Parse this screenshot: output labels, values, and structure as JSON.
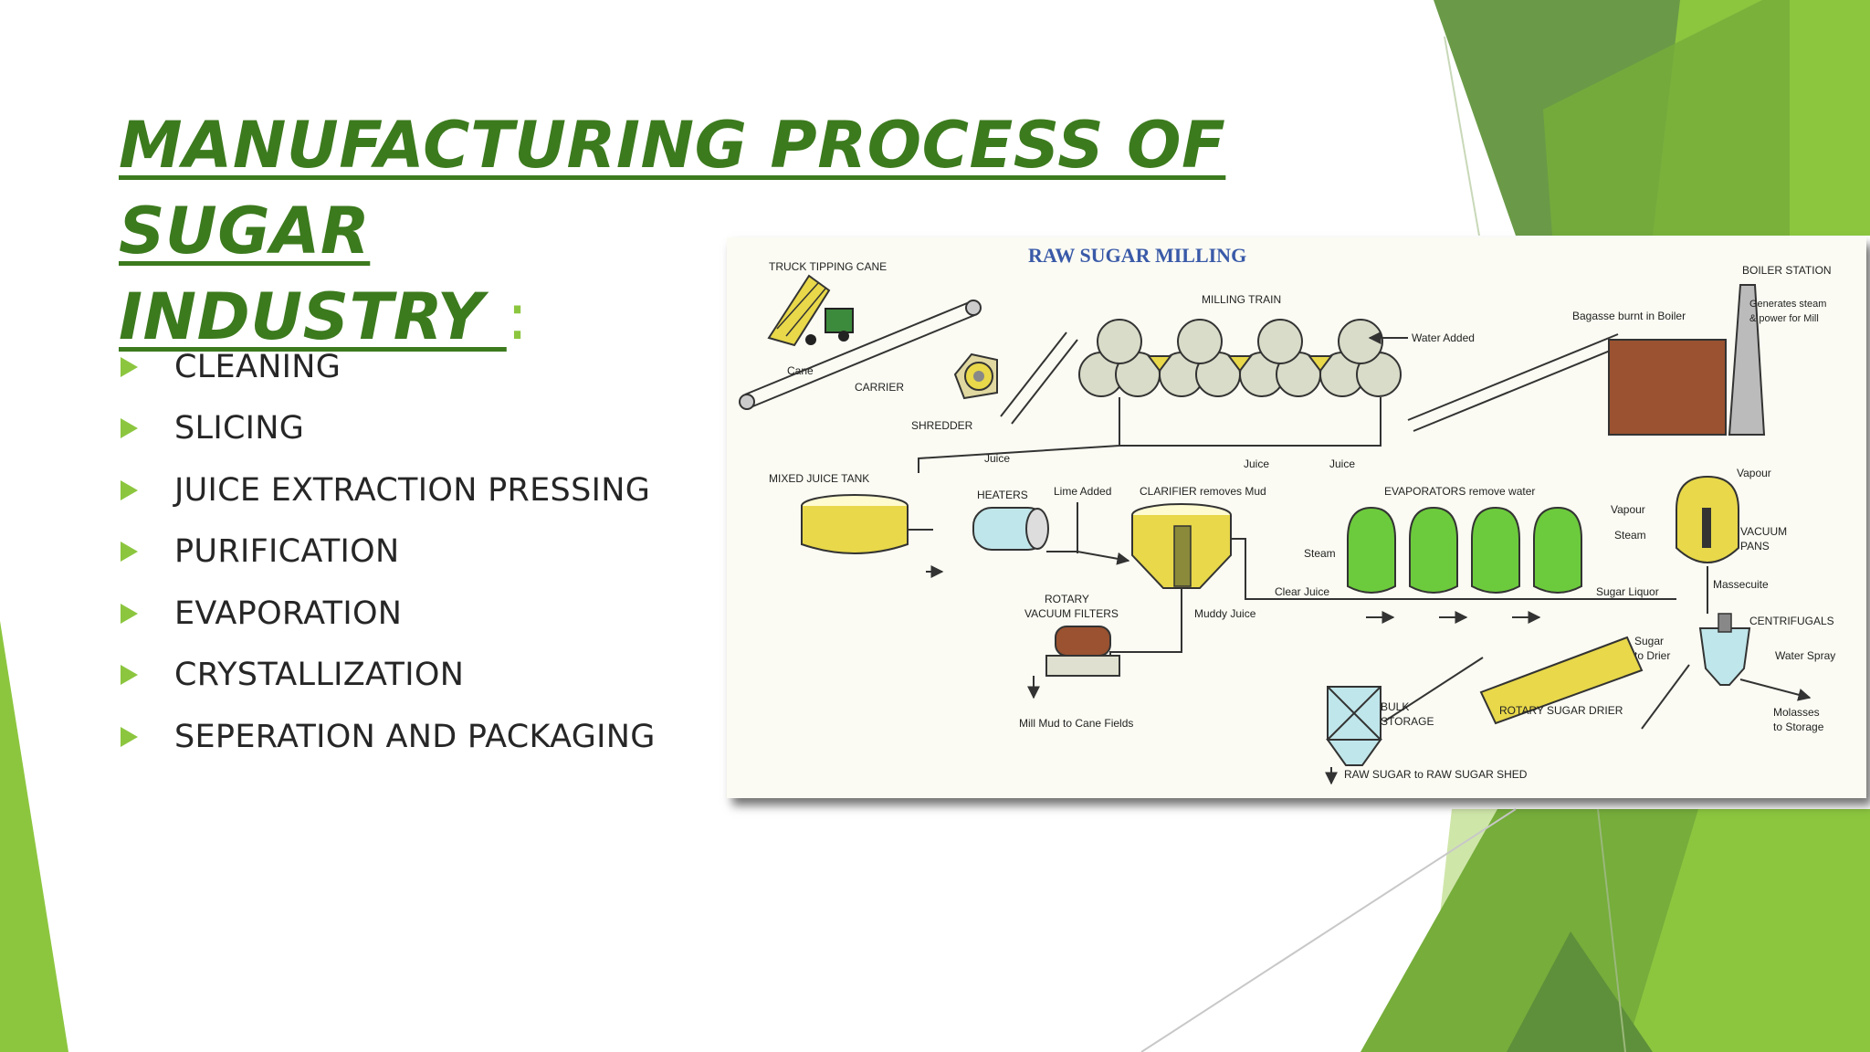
{
  "slide": {
    "title_line1": "MANUFACTURING PROCESS OF SUGAR",
    "title_line2": "INDUSTRY ",
    "title_colon": ":",
    "bullets": [
      "CLEANING",
      "SLICING",
      "JUICE EXTRACTION PRESSING",
      "PURIFICATION",
      "EVAPORATION",
      "CRYSTALLIZATION",
      "SEPERATION AND PACKAGING"
    ],
    "colors": {
      "title": "#3c7a1e",
      "accent": "#8cc63f",
      "dark_green": "#6a9a47",
      "text": "#262626"
    }
  },
  "diagram": {
    "title": "RAW SUGAR MILLING",
    "labels": {
      "truck": "TRUCK TIPPING CANE",
      "cane": "Cane",
      "carrier": "CARRIER",
      "shredder": "SHREDDER",
      "milling_train": "MILLING TRAIN",
      "water_added": "Water Added",
      "juice": "Juice",
      "bagasse": "Bagasse burnt in Boiler",
      "boiler_station": "BOILER STATION",
      "boiler_note1": "Generates steam",
      "boiler_note2": "& power for Mill",
      "mixed_juice_tank": "MIXED JUICE TANK",
      "heaters": "HEATERS",
      "lime_added": "Lime Added",
      "clarifier": "CLARIFIER removes Mud",
      "evaporators": "EVAPORATORS remove water",
      "vapour": "Vapour",
      "steam": "Steam",
      "vacuum_pans1": "VACUUM",
      "vacuum_pans2": "PANS",
      "massecuite": "Massecuite",
      "centrifugals": "CENTRIFUGALS",
      "water_spray": "Water Spray",
      "clear_juice": "Clear Juice",
      "sugar_liquor": "Sugar Liquor",
      "muddy_juice": "Muddy Juice",
      "rotary_filters1": "ROTARY",
      "rotary_filters2": "VACUUM FILTERS",
      "mill_mud": "Mill Mud to Cane Fields",
      "sugar_to_drier1": "Sugar",
      "sugar_to_drier2": "to Drier",
      "molasses1": "Molasses",
      "molasses2": "to Storage",
      "bulk_storage1": "BULK",
      "bulk_storage2": "STORAGE",
      "rotary_drier": "ROTARY SUGAR DRIER",
      "raw_sugar_shed": "RAW SUGAR  to RAW SUGAR SHED"
    }
  }
}
